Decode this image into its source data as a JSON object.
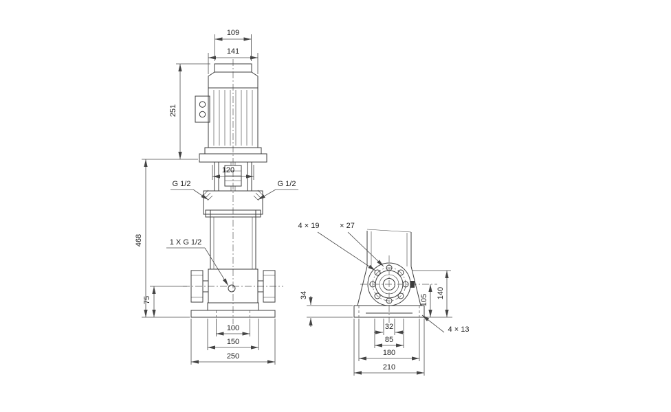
{
  "drawing": {
    "type": "pump-dimensional-drawing",
    "front_view": {
      "dims": {
        "motor_top_width": "109",
        "motor_width": "141",
        "motor_height": "251",
        "head_width": "120",
        "port_left": "G 1/2",
        "port_right": "G 1/2",
        "pump_height": "468",
        "drain_port": "1 X G 1/2",
        "port_height": "75",
        "base_hole_span": "100",
        "base_inner_width": "150",
        "base_width": "250"
      }
    },
    "side_view": {
      "dims": {
        "flange_holes": "4 × 19",
        "flange_hole_depth": "× 27",
        "base_height": "34",
        "port_center_height": "105",
        "flange_top_height": "140",
        "port_bore": "32",
        "bolt_circle": "85",
        "base_holes": "4 × 13",
        "base_bolt_span": "180",
        "base_plate_width": "210"
      }
    }
  }
}
